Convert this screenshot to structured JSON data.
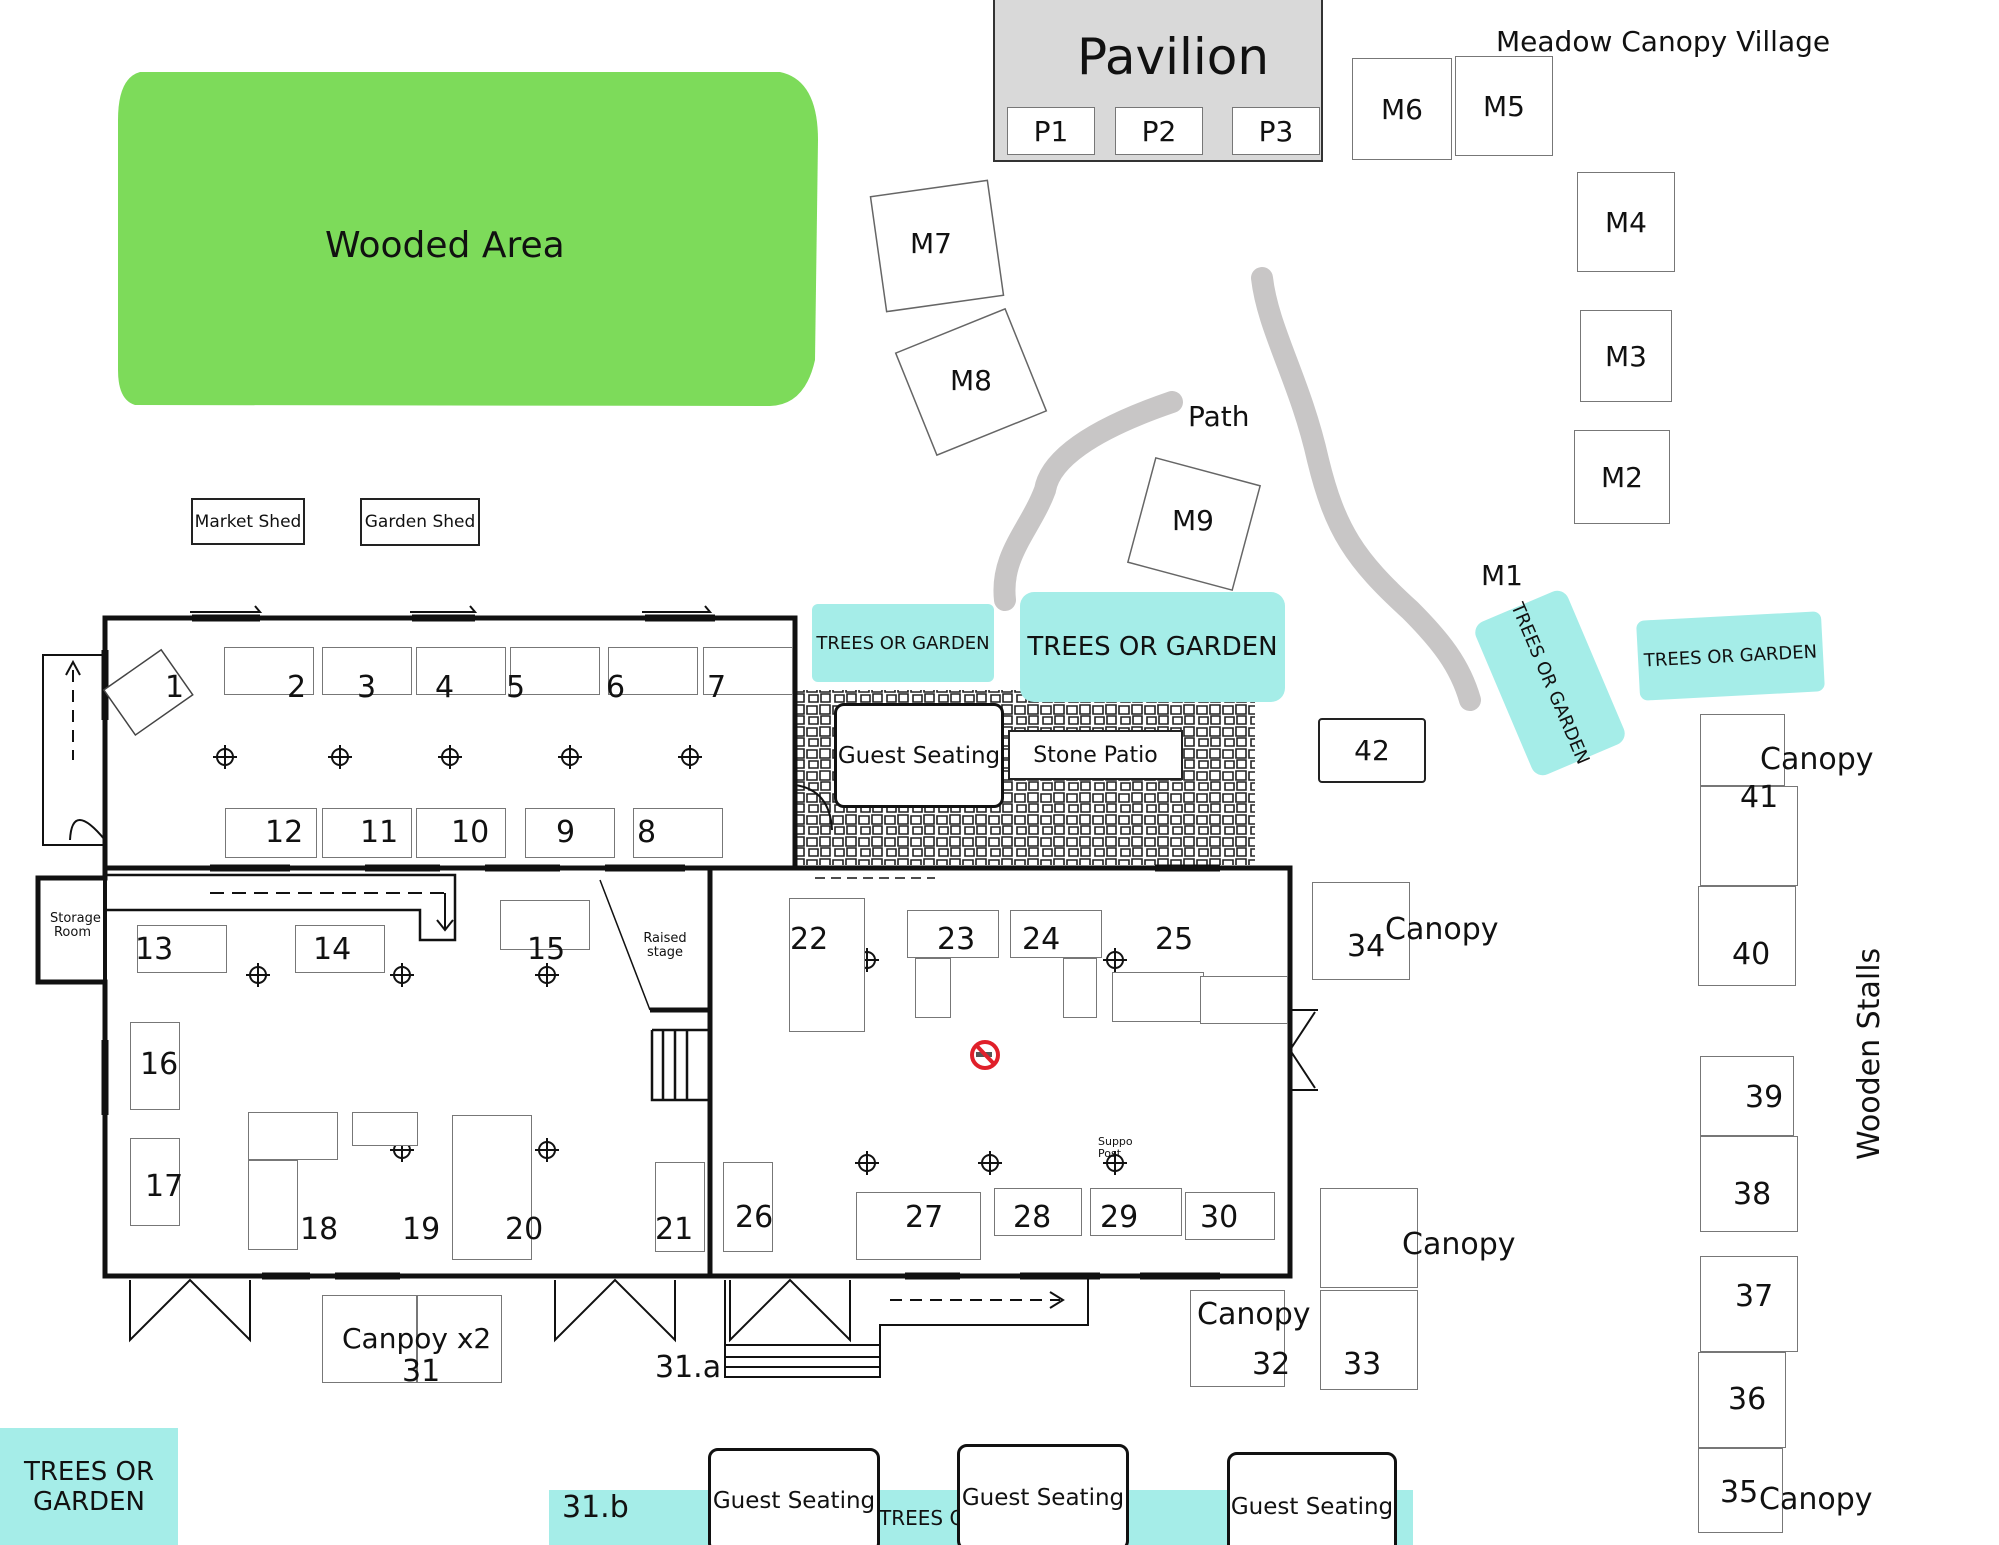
{
  "areas": {
    "wooded": "Wooded Area",
    "pavilion": "Pavilion",
    "meadow": "Meadow Canopy Village",
    "path": "Path",
    "wooden_stalls": "Wooden Stalls",
    "stone_patio": "Stone Patio",
    "market_shed": "Market Shed",
    "garden_shed": "Garden Shed",
    "storage_room": "Storage Room",
    "raised_stage": "Raised stage",
    "support_post": "Suppo Post",
    "trees_or_garden": "TREES OR GARDEN",
    "trees_partial": "TREES O",
    "guest_seating": "Guest Seating"
  },
  "pavilion_stalls": [
    "P1",
    "P2",
    "P3"
  ],
  "meadow_stalls": [
    "M1",
    "M2",
    "M3",
    "M4",
    "M5",
    "M6",
    "M7",
    "M8",
    "M9"
  ],
  "stall_numbers": [
    "1",
    "2",
    "3",
    "4",
    "5",
    "6",
    "7",
    "8",
    "9",
    "10",
    "11",
    "12",
    "13",
    "14",
    "15",
    "16",
    "17",
    "18",
    "19",
    "20",
    "21",
    "22",
    "23",
    "24",
    "25",
    "26",
    "27",
    "28",
    "29",
    "30",
    "31",
    "31.a",
    "31.b",
    "32",
    "33",
    "34",
    "35",
    "36",
    "37",
    "38",
    "39",
    "40",
    "41",
    "42"
  ],
  "canopy_labels": {
    "c41": "Canopy",
    "c34": "Canopy",
    "c33": "Canopy",
    "c32": "Canopy",
    "c35": "Canopy",
    "c31": "Canpoy x2"
  },
  "colors": {
    "wooded": "#7ddb5a",
    "teal": "#a5ede8",
    "path": "#c8c6c6",
    "pavilion": "#d9d9d9",
    "no_smoking": "#e0202a"
  }
}
